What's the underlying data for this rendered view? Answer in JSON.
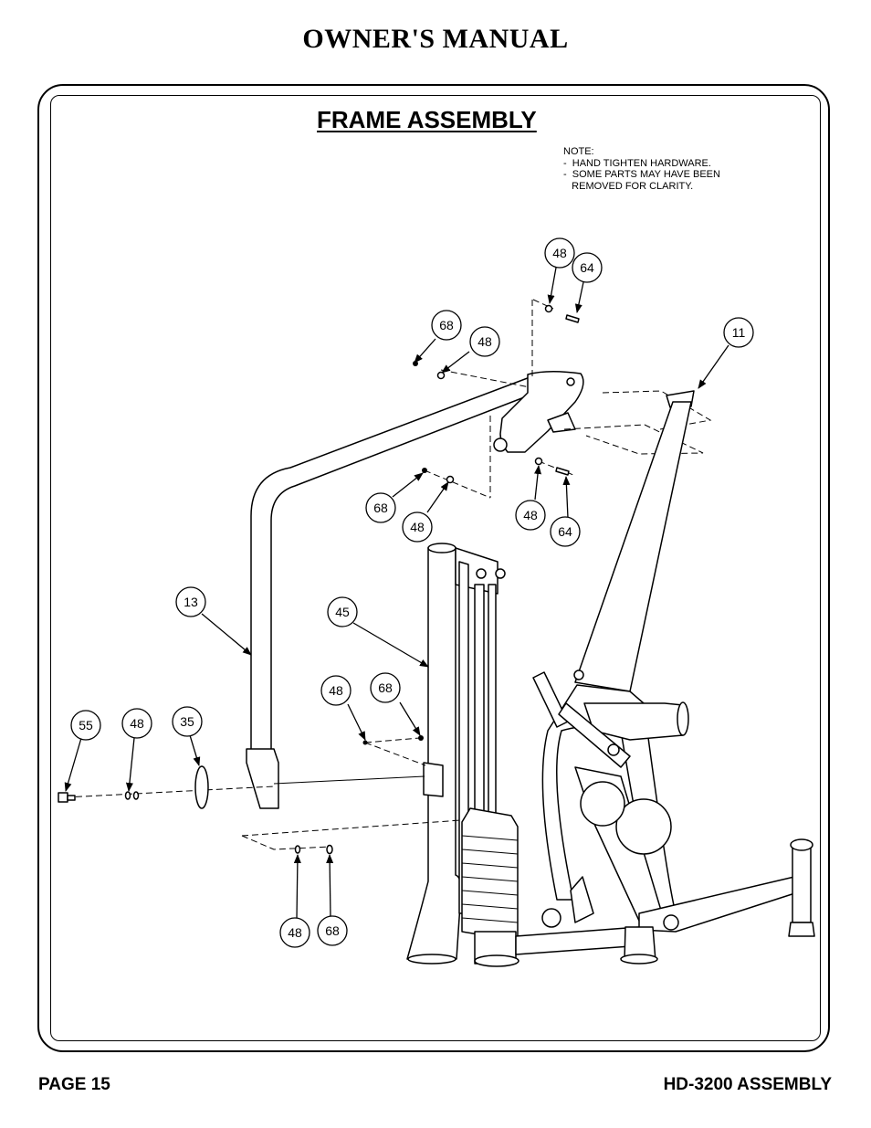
{
  "header": {
    "title": "OWNER'S MANUAL"
  },
  "section": {
    "title": "FRAME ASSEMBLY"
  },
  "note": {
    "lines": [
      "NOTE:",
      "-  HAND TIGHTEN HARDWARE.",
      "-  SOME PARTS MAY HAVE BEEN",
      "   REMOVED FOR CLARITY."
    ]
  },
  "callouts": [
    "48",
    "64",
    "68",
    "48",
    "11",
    "68",
    "48",
    "48",
    "64",
    "13",
    "45",
    "48",
    "68",
    "55",
    "48",
    "35",
    "48",
    "68"
  ],
  "footer": {
    "page": "PAGE 15",
    "model": "HD-3200 ASSEMBLY"
  }
}
